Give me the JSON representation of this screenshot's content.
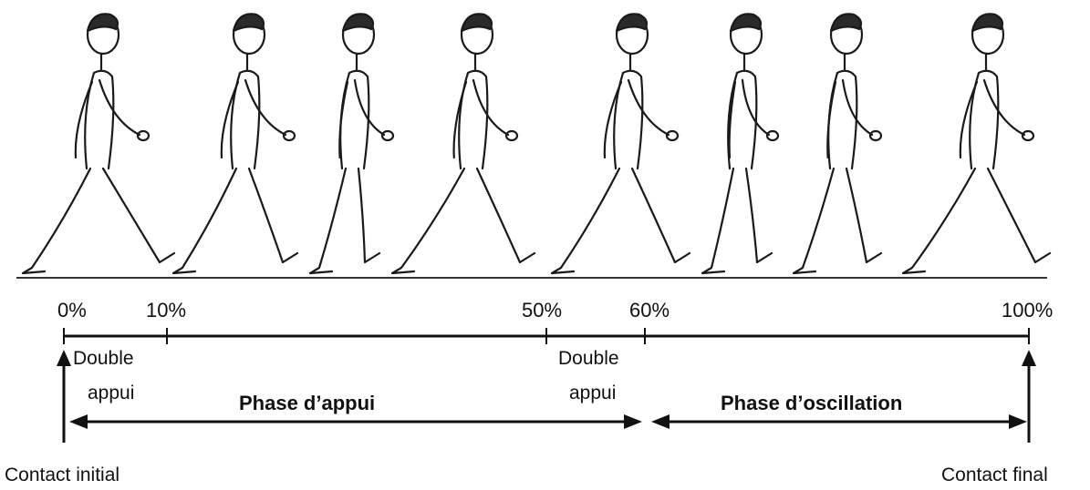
{
  "diagram": {
    "ticks": [
      "0%",
      "10%",
      "50%",
      "60%",
      "100%"
    ],
    "double_appui_1": [
      "Double",
      "appui"
    ],
    "double_appui_2": [
      "Double",
      "appui"
    ],
    "phase_appui": "Phase d’appui",
    "phase_oscillation": "Phase d’oscillation",
    "contact_initial": "Contact initial",
    "contact_final": "Contact final",
    "figure_count": 8
  },
  "colors": {
    "ink": "#111111",
    "background": "#ffffff"
  }
}
